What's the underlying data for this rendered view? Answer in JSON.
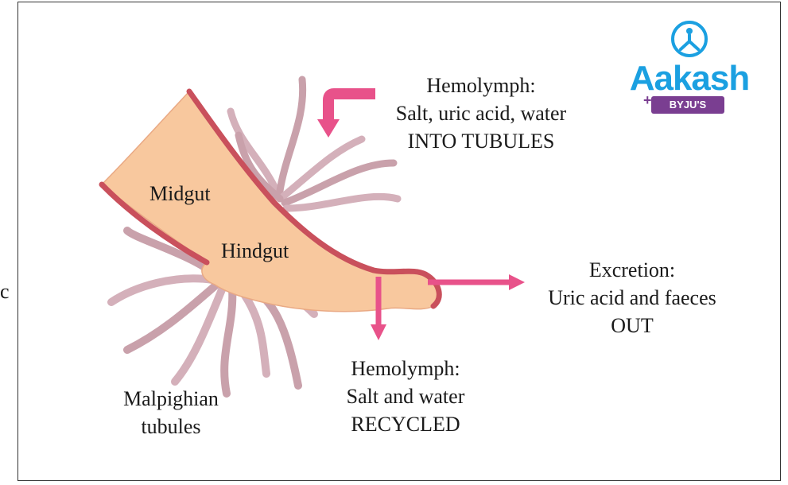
{
  "stray_text": "c",
  "labels": {
    "midgut": "Midgut",
    "hindgut": "Hindgut",
    "malpighian_line1": "Malpighian",
    "malpighian_line2": "tubules",
    "into_line1": "Hemolymph:",
    "into_line2": "Salt, uric acid, water",
    "into_line3": "INTO TUBULES",
    "excretion_line1": "Excretion:",
    "excretion_line2": "Uric acid and faeces",
    "excretion_line3": "OUT",
    "recycled_line1": "Hemolymph:",
    "recycled_line2": "Salt and water",
    "recycled_line3": "RECYCLED"
  },
  "logo": {
    "brand": "Aakash",
    "sub_brand": "BYJU'S",
    "icon": "aakash-person-icon"
  },
  "colors": {
    "gut_fill": "#f8c89e",
    "gut_wall": "#c9505c",
    "tubule": "#c9a1ab",
    "tubule_light": "#dcbfc7",
    "arrow": "#e8528a",
    "logo_blue": "#1ba0e1",
    "logo_purple": "#7a3e91"
  }
}
